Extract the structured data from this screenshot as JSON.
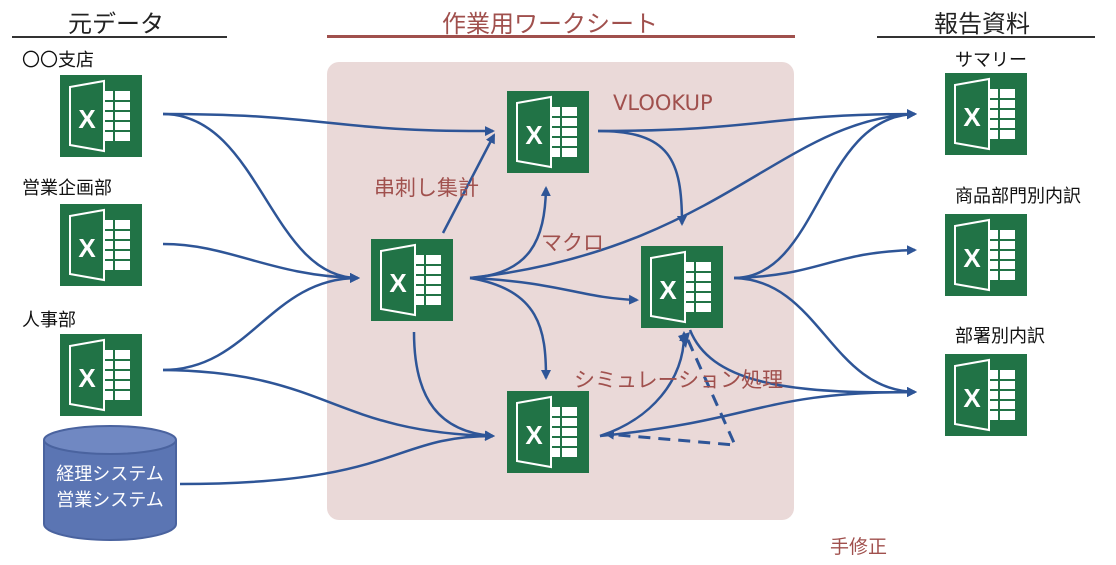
{
  "columns": {
    "source": "元データ",
    "worksheet": "作業用ワークシート",
    "report": "報告資料"
  },
  "sources": {
    "branch": "〇〇支店",
    "sales_planning": "営業企画部",
    "hr": "人事部",
    "system_line1": "経理システム",
    "system_line2": "営業システム"
  },
  "reports": {
    "summary": "サマリー",
    "by_product_division": "商品部門別内訳",
    "by_department": "部署別内訳"
  },
  "operations": {
    "vlookup": "VLOOKUP",
    "kushizashi": "串刺し集計",
    "macro": "マクロ",
    "simulation": "シミュレーション処理",
    "manual_fix": "手修正"
  },
  "colors": {
    "excel_green": "#217346",
    "arrow_blue": "#2e5597",
    "accent_red": "#a0504d",
    "workarea_bg": "#ead9d8",
    "database_blue": "#5b75b3"
  },
  "icons": {
    "excel": "excel-icon",
    "database": "database-cylinder-icon"
  }
}
